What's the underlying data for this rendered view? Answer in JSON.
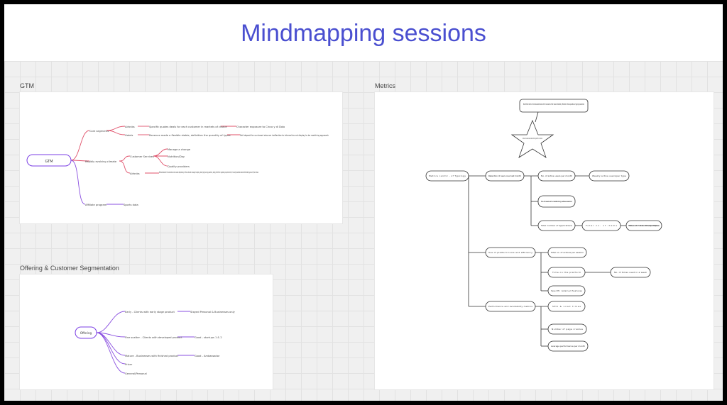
{
  "page": {
    "title": "Mindmapping sessions"
  },
  "frames": {
    "gtm": {
      "label": "GTM",
      "root": "GTM",
      "l1": [
        "Core segments",
        "Rapidly evolving climate",
        "Affiliate program"
      ],
      "l2_core": [
        "Airbnbs",
        "Hotels"
      ],
      "l2_rapid": [
        "Customer Services",
        "Airbnbs"
      ],
      "leaf_airbnbs": "Specific quotes deals for each customer in markets of choice",
      "leaf_airbnbs_r": "Character exposure to Cinco y di Dalo",
      "leaf_hotels": "Revenue made a flexible stable, definition the quantity of types",
      "leaf_hotels_r": "Dell deposit for our board who are ineffective to internal do not display to be matching approach",
      "leaf_cs": [
        "Manage a change",
        "Nutrition/Day",
        "Quality providers"
      ],
      "leaf_note": "Nonfunctional to the contract services value dependency to the contracts manager to deploy, also trying to stay proactive, simply hold their regulatory requirements, it to ready resolution stored while data types unit, that values",
      "leaf_aff": "Sports data"
    },
    "offering": {
      "label": "Offering & Customer Segmentation",
      "root": "Offering",
      "branches": [
        "Early - Clients with early stage product",
        "Fine scatter - Clients with developed product",
        "Mature - Businesses with finished product",
        "Pricer",
        "General/Personal"
      ],
      "leaves": [
        "Stayed Personal & Businesses only",
        "Good - startups 1 & 2",
        "Good - Ambassador"
      ]
    },
    "metrics": {
      "label": "Metrics",
      "callout": "North Star metric: the measurable value of the outcome of the value delivered, reflected in the acquisition of paying customers",
      "star": "Number of successful weeks with authentic growth for all customers",
      "start": "Metrics centric - of Typology",
      "b1": "Retention of users over last month",
      "b1a": "No. of active users per month",
      "b1a_r": "Weekly active users/per type",
      "b1b": "No. of users who created any active sessions",
      "b1c": "Total number of applications",
      "b1c_r": "Total no. of items",
      "b1c_rr": "Total Revenue from Website and Partnerships/Marketplaces",
      "b2": "Use of platform tools and efficiency",
      "b2a": "Total no. of actions per session",
      "b2b": "Time on the platform",
      "b2b_r": "No. of times used in a week",
      "b2c": "Specific retained features",
      "b3": "Performance and Availability metrics",
      "b3a": "SEO & Load times",
      "b3b": "Number of page crashes",
      "b3c": "Average performance per month"
    }
  },
  "colors": {
    "title": "#4a4fd0",
    "branch_red": "#e0506a",
    "branch_purple": "#8a4fe0",
    "node_purple": "#7b3fe4"
  }
}
